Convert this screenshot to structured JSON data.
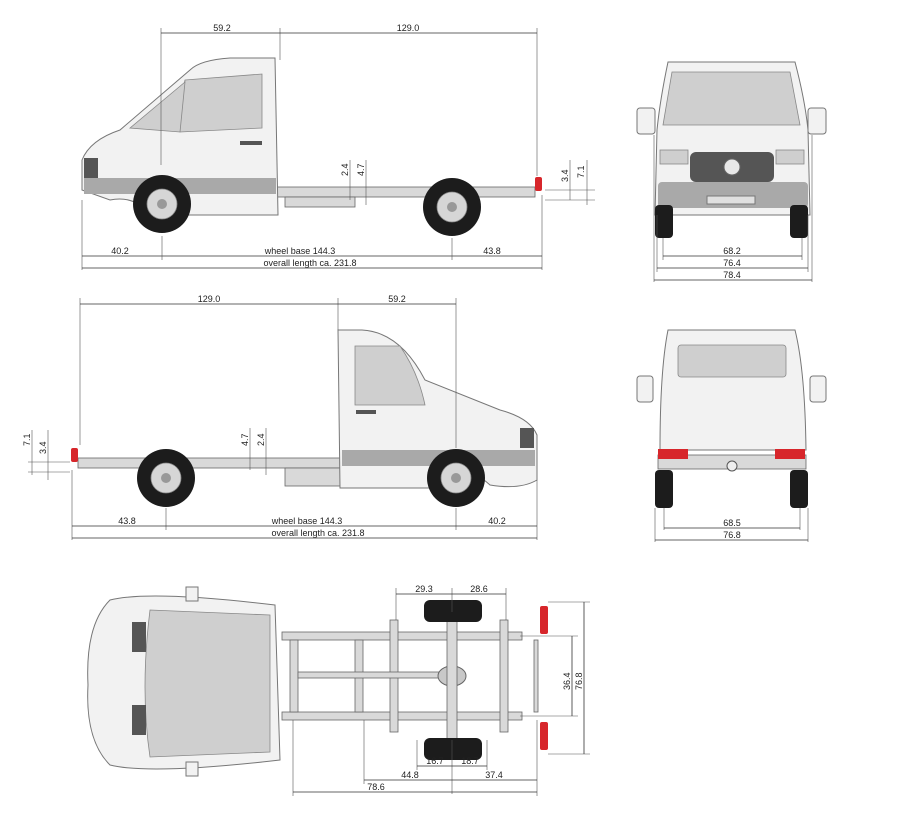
{
  "colors": {
    "body": "#f2f2f2",
    "glass": "#cfcfcf",
    "band": "#a9a9a9",
    "tire": "#1c1c1c",
    "lamp": "#d7262b",
    "line": "#333333"
  },
  "side_left": {
    "cab_length": "59.2",
    "rear_length": "129.0",
    "front_overhang": "40.2",
    "wheel_base": "wheel base 144.3",
    "rear_overhang": "43.8",
    "overall_length": "overall length ca. 231.8",
    "frame_a": "2.4",
    "frame_b": "4.7",
    "rear_a": "3.4",
    "rear_b": "7.1"
  },
  "front_view": {
    "track": "68.2",
    "width": "76.4",
    "width_mirrors": "78.4"
  },
  "side_right": {
    "rear_length": "129.0",
    "cab_length": "59.2",
    "rear_b": "7.1",
    "rear_a": "3.4",
    "frame_b": "4.7",
    "frame_a": "2.4",
    "rear_overhang": "43.8",
    "wheel_base": "wheel base 144.3",
    "front_overhang": "40.2",
    "overall_length": "overall length ca. 231.8"
  },
  "rear_view": {
    "track": "68.5",
    "width": "76.8"
  },
  "top_view": {
    "wheel_gap_a": "29.3",
    "wheel_gap_b": "28.6",
    "frame_width": "36.4",
    "overall_width": "76.8",
    "hub_a": "16.7",
    "hub_b": "18.7",
    "axle_to_end": "44.8",
    "rear_overhang": "37.4",
    "frame_length": "78.6"
  }
}
